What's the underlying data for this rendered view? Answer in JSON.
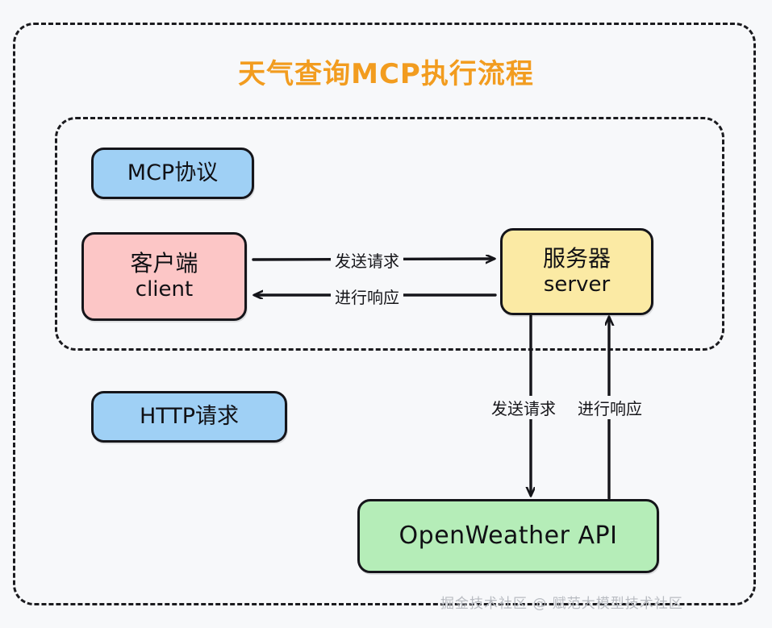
{
  "diagram": {
    "title": "天气查询MCP执行流程",
    "title_color": "#f29c1f",
    "background": "#f7f8fa",
    "watermark": "掘金技术社区 @ 赋范大模型技术社区"
  },
  "containers": [
    {
      "name": "outer-frame",
      "style": "dashed-rounded",
      "border_color": "#1b1b1f"
    },
    {
      "name": "mcp-protocol-frame",
      "style": "dashed-rounded",
      "border_color": "#1b1b1f"
    }
  ],
  "nodes": {
    "mcp_protocol": {
      "label": "MCP协议",
      "fill": "#9fd0f5"
    },
    "http_request": {
      "label": "HTTP请求",
      "fill": "#9fd0f5"
    },
    "client": {
      "line1": "客户端",
      "line2": "client",
      "fill": "#fcc6c6"
    },
    "server": {
      "line1": "服务器",
      "line2": "server",
      "fill": "#fbeaa4"
    },
    "openweather": {
      "label": "OpenWeather API",
      "fill": "#b5edb8"
    }
  },
  "edges": {
    "client_to_server": {
      "label": "发送请求",
      "from": "client",
      "to": "server",
      "direction": "right"
    },
    "server_to_client": {
      "label": "进行响应",
      "from": "server",
      "to": "client",
      "direction": "left"
    },
    "server_to_api": {
      "label": "发送请求",
      "from": "server",
      "to": "openweather",
      "direction": "down"
    },
    "api_to_server": {
      "label": "进行响应",
      "from": "openweather",
      "to": "server",
      "direction": "up"
    }
  }
}
